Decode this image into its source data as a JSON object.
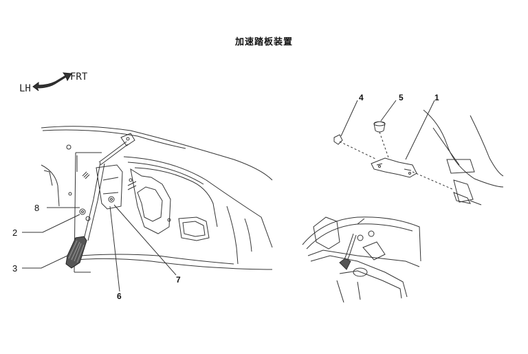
{
  "title": "加速踏板装置",
  "direction": {
    "left_label": "LH",
    "front_label": "FRT"
  },
  "callouts": {
    "left_view": [
      {
        "id": "8",
        "label": "8",
        "part": "pedal-stopper"
      },
      {
        "id": "2",
        "label": "2",
        "part": "pedal-pivot-nut"
      },
      {
        "id": "3",
        "label": "3",
        "part": "accelerator-pedal-pad"
      },
      {
        "id": "6",
        "label": "6",
        "part": "pedal-arm"
      },
      {
        "id": "7",
        "label": "7",
        "part": "mounting-bolt"
      }
    ],
    "right_view": [
      {
        "id": "4",
        "label": "4",
        "part": "clip"
      },
      {
        "id": "5",
        "label": "5",
        "part": "grommet"
      },
      {
        "id": "1",
        "label": "1",
        "part": "bracket"
      }
    ]
  },
  "colors": {
    "line": "#333333",
    "text": "#111111",
    "background": "#ffffff"
  }
}
